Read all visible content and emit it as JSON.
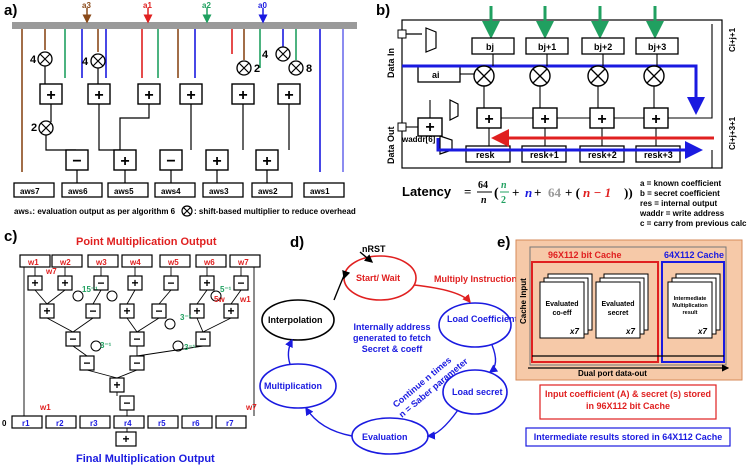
{
  "panels": {
    "a": "a)",
    "b": "b)",
    "c": "c)",
    "d": "d)",
    "e": "e)"
  },
  "panel_a": {
    "inputs": [
      "a3",
      "a1",
      "a2",
      "a0"
    ],
    "mul_consts": [
      "4",
      "4",
      "2",
      "4",
      "2",
      "8"
    ],
    "outputs": [
      "aws7",
      "aws6",
      "aws5",
      "aws4",
      "aws3",
      "aws2",
      "aws1"
    ],
    "legend_eval": "aws₁: evaluation output as per algorithm 6",
    "legend_mult": ": shift-based multiplier to reduce overhead"
  },
  "panel_b": {
    "data_in": "Data In",
    "data_out": "Data Out",
    "b_regs": [
      "bj",
      "bj+1",
      "bj+2",
      "bj+3"
    ],
    "a_reg": "ai",
    "res_regs": [
      "resk",
      "resk+1",
      "resk+2",
      "resk+3"
    ],
    "waddr": "waddr[6]",
    "carry_top": "Ci+j+1",
    "carry_bottom": "Ci+j+3+1",
    "latency_label": "Latency",
    "formula": {
      "a": "64",
      "b": "n",
      "c": "n",
      "d": "2",
      "e": "+ ",
      "f": "n",
      "g": " + ",
      "h": "64",
      "i": " + (",
      "j": "n − 1",
      "k": "))"
    },
    "legend": [
      "a = known coefficient",
      "b = secret coefficient",
      "res = internal output",
      "waddr = write address",
      "c = carry from previous calculation"
    ]
  },
  "panel_c": {
    "title_top": "Point Multiplication Output",
    "title_bottom": "Final Multiplication Output",
    "top_regs": [
      "w1",
      "w2",
      "w3",
      "w4",
      "w5",
      "w6",
      "w7"
    ],
    "side_labels": {
      "w7": "w7",
      "inv15": "15⁻¹",
      "inv5": "5⁻¹",
      "inv3a": "3⁻¹",
      "inv3b": "3⁻¹",
      "inv3c": "3⁻¹",
      "fivew": "5w",
      "w1": "w1",
      "w1b": "w1",
      "w7b": "w7",
      "zero": "0"
    },
    "bottom_regs": [
      "r1",
      "r2",
      "r3",
      "r4",
      "r5",
      "r6",
      "r7"
    ]
  },
  "panel_d": {
    "nrst": "nRST",
    "states": {
      "start": "Start/ Wait",
      "load_coef": "Load Coefficient",
      "load_secret": "Load secret",
      "evaluation": "Evaluation",
      "multiplication": "Multiplication",
      "interpolation": "Interpolation"
    },
    "multiply_instruction": "Multiply Instruction",
    "internal_note": "Internally address generated to fetch Secret & coeff",
    "continue_note": "Continue n times",
    "saber_note": "n = Saber parameter"
  },
  "panel_e": {
    "cache96": "96X112 bit Cache",
    "cache64": "64X112 Cache",
    "cache_input": "Cache Input",
    "eval_coeff": "Evaluated co-eff",
    "eval_secret": "Evaluated secret",
    "inter_mult": "Intermediate Multiplication result",
    "x7": "x7",
    "dual_port": "Dual port data-out",
    "note_red": "Input coefficient (A) & secret (s) stored in 96X112 bit Cache",
    "note_blue": "Intermediate results stored in 64X112 Cache"
  }
}
